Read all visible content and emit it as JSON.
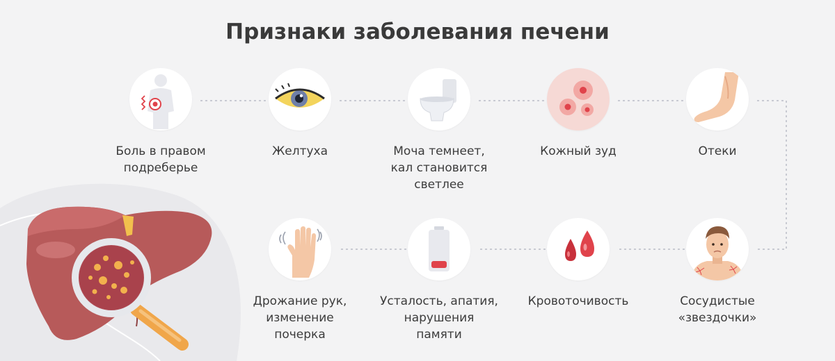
{
  "title": "Признаки заболевания печени",
  "symptoms": [
    {
      "label": "Боль в правом\nподреберье",
      "icon": "body-pain-icon"
    },
    {
      "label": "Желтуха",
      "icon": "yellow-eye-icon"
    },
    {
      "label": "Моча темнеет,\nкал становится\nсветлее",
      "icon": "toilet-icon"
    },
    {
      "label": "Кожный зуд",
      "icon": "skin-rash-icon"
    },
    {
      "label": "Отеки",
      "icon": "swollen-foot-icon"
    },
    {
      "label": "Сосудистые\n«звездочки»",
      "icon": "spider-veins-man-icon"
    },
    {
      "label": "Кровоточивость",
      "icon": "blood-drops-icon"
    },
    {
      "label": "Усталость, апатия,\nнарушения\nпамяти",
      "icon": "low-battery-icon"
    },
    {
      "label": "Дрожание рук,\nизменение\nпочерка",
      "icon": "shaking-hand-icon"
    }
  ],
  "colors": {
    "accent_red": "#e0434b",
    "liver": "#b75a5a",
    "gallbladder": "#f2c04d",
    "magnifier_handle": "#f0a64a",
    "title": "#3a3a3a"
  }
}
